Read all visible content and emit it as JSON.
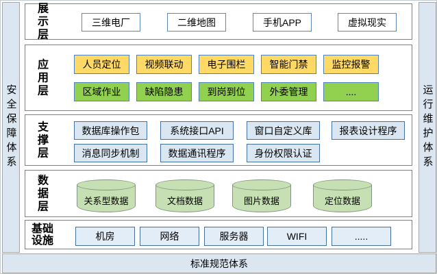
{
  "frame": {
    "left_bar": "安全保障体系",
    "right_bar": "运行维护体系",
    "bottom_bar": "标准规范体系"
  },
  "layers": {
    "presentation": {
      "label": "展示层",
      "items": [
        "三维电厂",
        "二维地图",
        "手机APP",
        "虚拟现实"
      ]
    },
    "application": {
      "label": "应用层",
      "row1": [
        "人员定位",
        "视频联动",
        "电子围栏",
        "智能门禁",
        "监控报警"
      ],
      "row2": [
        "区域作业",
        "缺陷隐患",
        "到岗到位",
        "外委管理",
        "...."
      ]
    },
    "support": {
      "label": "支撑层",
      "row1": [
        "数据库操作包",
        "系统接口API",
        "窗口自定义库",
        "报表设计程序"
      ],
      "row2": [
        "消息同步机制",
        "数据通讯程序",
        "身份权限认证"
      ]
    },
    "data": {
      "label": "数据层",
      "items": [
        "关系型数据",
        "文档数据",
        "图片数据",
        "定位数据"
      ]
    },
    "infrastructure": {
      "label": "基础设施",
      "items": [
        "机房",
        "网络",
        "服务器",
        "WIFI",
        "....."
      ]
    }
  },
  "colors": {
    "side_bar_fill": "#dce6f1",
    "layer_border": "#7f7f7f",
    "app_yellow": "#ffd966",
    "app_green": "#92d050",
    "support_fill": "#dae6f2",
    "infra_fill": "#e3edf7",
    "cylinder_fill": "#c6e0b4",
    "box_border_blue": "#4f81bd"
  }
}
